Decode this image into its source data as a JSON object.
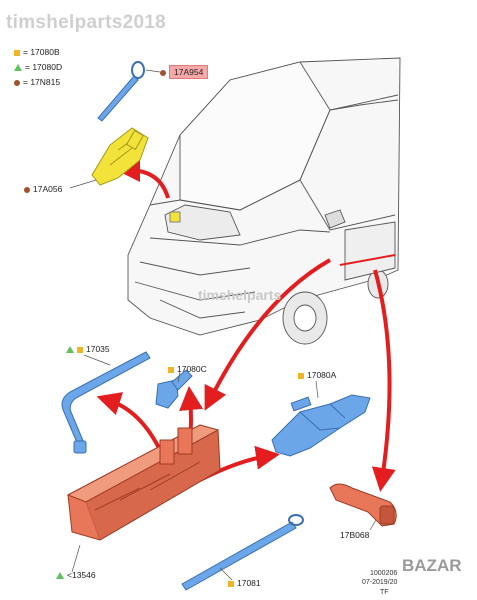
{
  "watermark": {
    "top": "timshelparts2018",
    "center": "timshelparts",
    "corner": "BAZAR"
  },
  "legend": [
    {
      "shape": "square",
      "color": "#f0b429",
      "code": "= 17080B"
    },
    {
      "shape": "triangle",
      "color": "#5cc45c",
      "code": "= 17080D"
    },
    {
      "shape": "dot",
      "color": "#a0522d",
      "code": "= 17N815"
    }
  ],
  "labels": {
    "a954": "17A954",
    "a056": "17A056",
    "p17035": "17035",
    "p17080c": "17080C",
    "p17080a": "17080A",
    "p17b068": "17B068",
    "p13546": "<13546",
    "p17081": "17081"
  },
  "footer": {
    "code": "1000206",
    "date": "07-2019/20",
    "tag": "TF"
  },
  "colors": {
    "arrow": "#e41e1e",
    "tool_blue": "#6aa6e8",
    "jack_yellow": "#f2e23a",
    "foam": "#e8775a",
    "foam_dark": "#c4563c"
  }
}
